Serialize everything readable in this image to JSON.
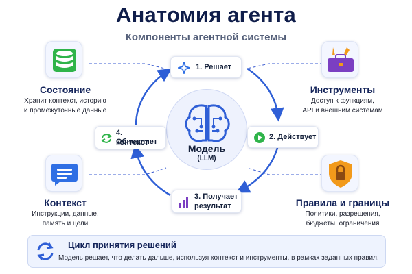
{
  "header": {
    "title": "Анатомия агента",
    "subtitle": "Компоненты агентной системы"
  },
  "components": {
    "state": {
      "title": "Состояние",
      "desc1": "Хранит контекст, историю",
      "desc2": "и промежуточные данные",
      "icon": "database-icon",
      "color": "#2fb44a"
    },
    "tools": {
      "title": "Инструменты",
      "desc1": "Доступ к функциям,",
      "desc2": "API и внешним системам",
      "icon": "toolbox-icon",
      "color": "#7b3fc2"
    },
    "context": {
      "title": "Контекст",
      "desc1": "Инструкции, данные,",
      "desc2": "память и цели",
      "icon": "document-icon",
      "color": "#2f6fe4"
    },
    "rules": {
      "title": "Правила и границы",
      "desc1": "Политики, разрешения,",
      "desc2": "бюджеты, ограничения",
      "icon": "shield-lock-icon",
      "color": "#f29a1b"
    }
  },
  "cycle": {
    "step1": "1. Решает",
    "step2": "2. Действует",
    "step3_line1": "3. Получает",
    "step3_line2": "результат",
    "step4_line1": "4. Обновляет",
    "step4_line2": "контекст",
    "arrow_color": "#2f5fd6"
  },
  "model": {
    "label": "Модель",
    "sub": "(LLM)",
    "icon": "brain-icon"
  },
  "footer": {
    "title": "Цикл принятия решений",
    "text": "Модель решает, что делать дальше, используя контекст и инструменты, в рамках заданных правил.",
    "icon": "refresh-icon"
  }
}
